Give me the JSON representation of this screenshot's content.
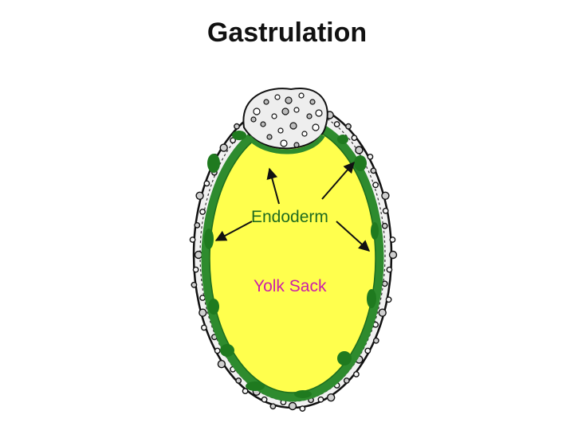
{
  "title": "Gastrulation",
  "labels": {
    "endoderm": "Endoderm",
    "yolk_sack": "Yolk Sack"
  },
  "colors": {
    "yolk": "#ffff4d",
    "endoderm": "#2e8b2e",
    "endoderm_label": "#1f6b1f",
    "yolk_label": "#cc1fa8",
    "outline": "#111111"
  }
}
